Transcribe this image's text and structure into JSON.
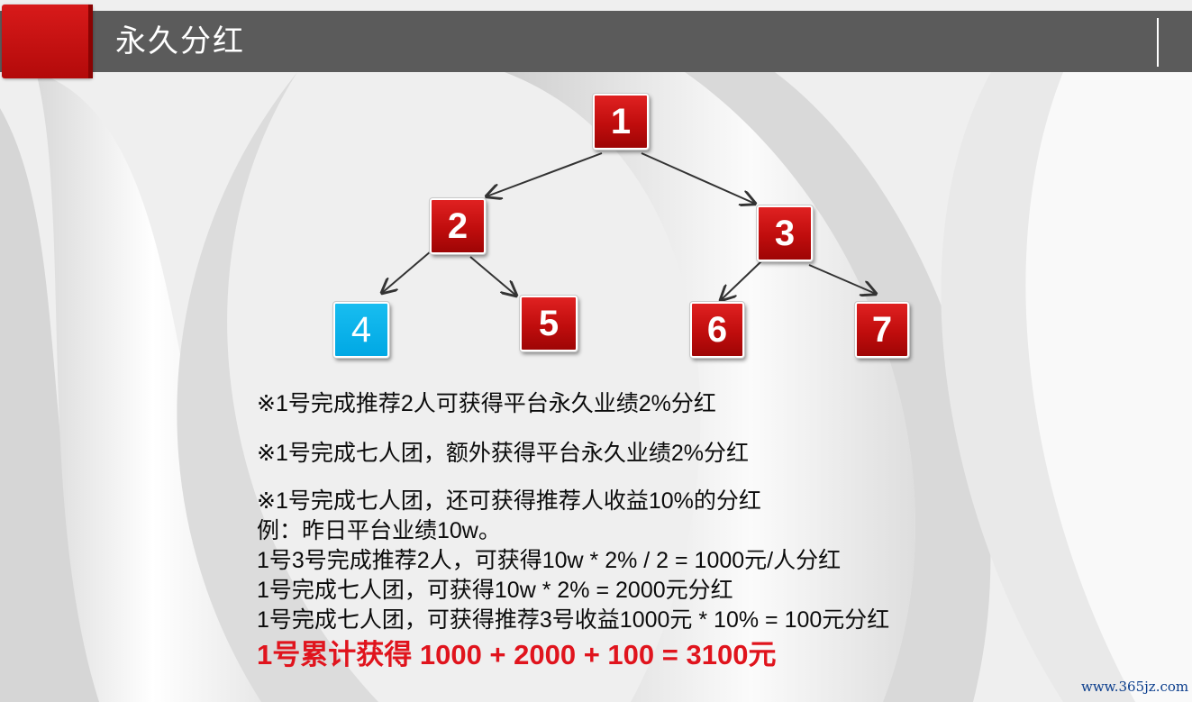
{
  "header": {
    "title": "永久分红",
    "accent_color": "#c00d0d",
    "bar_color": "#5b5b5b"
  },
  "tree": {
    "nodes": [
      {
        "id": "1",
        "label": "1",
        "color": "red"
      },
      {
        "id": "2",
        "label": "2",
        "color": "red"
      },
      {
        "id": "3",
        "label": "3",
        "color": "red"
      },
      {
        "id": "4",
        "label": "4",
        "color": "blue"
      },
      {
        "id": "5",
        "label": "5",
        "color": "red"
      },
      {
        "id": "6",
        "label": "6",
        "color": "red"
      },
      {
        "id": "7",
        "label": "7",
        "color": "red"
      }
    ],
    "edges": [
      {
        "from": "1",
        "to": "2"
      },
      {
        "from": "1",
        "to": "3"
      },
      {
        "from": "2",
        "to": "4"
      },
      {
        "from": "2",
        "to": "5"
      },
      {
        "from": "3",
        "to": "6"
      },
      {
        "from": "3",
        "to": "7"
      }
    ],
    "red_color": "#c00d0d",
    "blue_color": "#00a8e4"
  },
  "text": {
    "rule1": "※1号完成推荐2人可获得平台永久业绩2%分红",
    "rule2": "※1号完成七人团，额外获得平台永久业绩2%分红",
    "rule3": "※1号完成七人团，还可获得推荐人收益10%的分红",
    "example_intro": "例：昨日平台业绩10w。",
    "example1": "1号3号完成推荐2人，可获得10w * 2% / 2 = 1000元/人分红",
    "example2": "1号完成七人团，可获得10w * 2% = 2000元分红",
    "example3": "1号完成七人团，可获得推荐3号收益1000元 * 10% = 100元分红",
    "total": "1号累计获得 1000 + 2000 + 100 = 3100元",
    "total_color": "#e0141d"
  },
  "watermark": "www.365jz.com"
}
